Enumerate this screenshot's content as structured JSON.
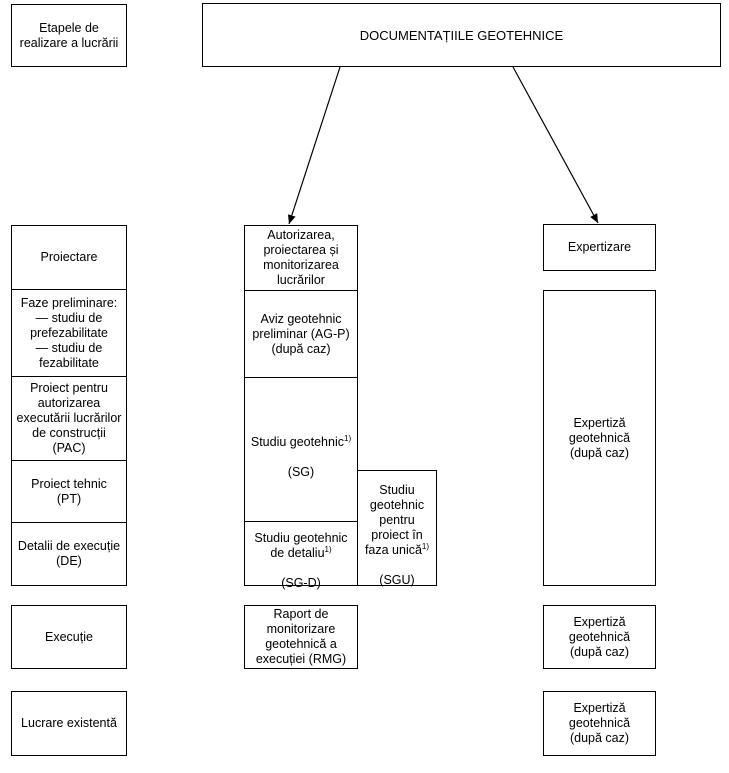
{
  "header": {
    "stages_label": "Etapele de\nrealizare a lucrării",
    "title": "DOCUMENTAȚIILE GEOTEHNICE"
  },
  "left_column": [
    {
      "id": "proiectare",
      "label": "Proiectare"
    },
    {
      "id": "faze",
      "label": "Faze preliminare:\n— studiu de\nprefezabilitate\n— studiu de\nfezabilitate"
    },
    {
      "id": "pac",
      "label": "Proiect pentru\nautorizarea\nexecutării lucrărilor\nde construcții\n(PAC)"
    },
    {
      "id": "pt",
      "label": "Proiect tehnic\n(PT)"
    },
    {
      "id": "de",
      "label": "Detalii de execuție\n(DE)"
    },
    {
      "id": "executie",
      "label": "Execuție"
    },
    {
      "id": "existenta",
      "label": "Lucrare existentă"
    }
  ],
  "middle_column": {
    "header": "Autorizarea,\nproiectarea și\nmonitorizarea\nlucrărilor",
    "agp": "Aviz geotehnic\npreliminar (AG-P)\n(după caz)",
    "sg_text": "Studiu geotehnic",
    "sg_sup": "1)",
    "sg_abbr": "(SG)",
    "sgd_text": "Studiu geotehnic\nde detaliu",
    "sgd_sup": "1)",
    "sgd_abbr": "(SG-D)",
    "sgu_text": "Studiu\ngeotehnic\npentru\nproiect în\nfaza unică",
    "sgu_sup": "1)",
    "sgu_abbr": "(SGU)",
    "rmg": "Raport de\nmonitorizare\ngeotehnică a\nexecuției (RMG)"
  },
  "right_column": {
    "header": "Expertizare",
    "expertiza_main": "Expertiză\ngeotehnică\n(după caz)",
    "expertiza_executie": "Expertiză\ngeotehnică\n(după caz)",
    "expertiza_existenta": "Expertiză\ngeotehnică\n(după caz)"
  }
}
